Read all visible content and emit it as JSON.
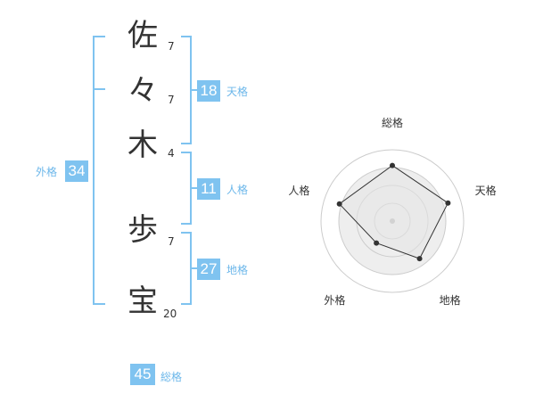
{
  "name_chart": {
    "characters": [
      {
        "char": "佐",
        "strokes": "7"
      },
      {
        "char": "々",
        "strokes": "7"
      },
      {
        "char": "木",
        "strokes": "4"
      },
      {
        "char": "歩",
        "strokes": "7"
      },
      {
        "char": "宝",
        "strokes": "20"
      }
    ],
    "tenkaku": {
      "value": "18",
      "label": "天格"
    },
    "jinkaku": {
      "value": "11",
      "label": "人格"
    },
    "chikaku": {
      "value": "27",
      "label": "地格"
    },
    "gaikaku": {
      "value": "34",
      "label": "外格"
    },
    "soukaku": {
      "value": "45",
      "label": "総格"
    }
  },
  "colors": {
    "accent": "#7fc3f0",
    "accent_text": "#6cb7ea",
    "badge_text": "#ffffff",
    "radar_fill": "#eeeeee",
    "radar_ring": "#cccccc"
  },
  "chart_data": {
    "type": "radar",
    "axes": [
      "総格",
      "天格",
      "地格",
      "外格",
      "人格"
    ],
    "values": [
      0.78,
      0.82,
      0.65,
      0.38,
      0.78
    ],
    "range": [
      0,
      1
    ],
    "rings": 4
  }
}
